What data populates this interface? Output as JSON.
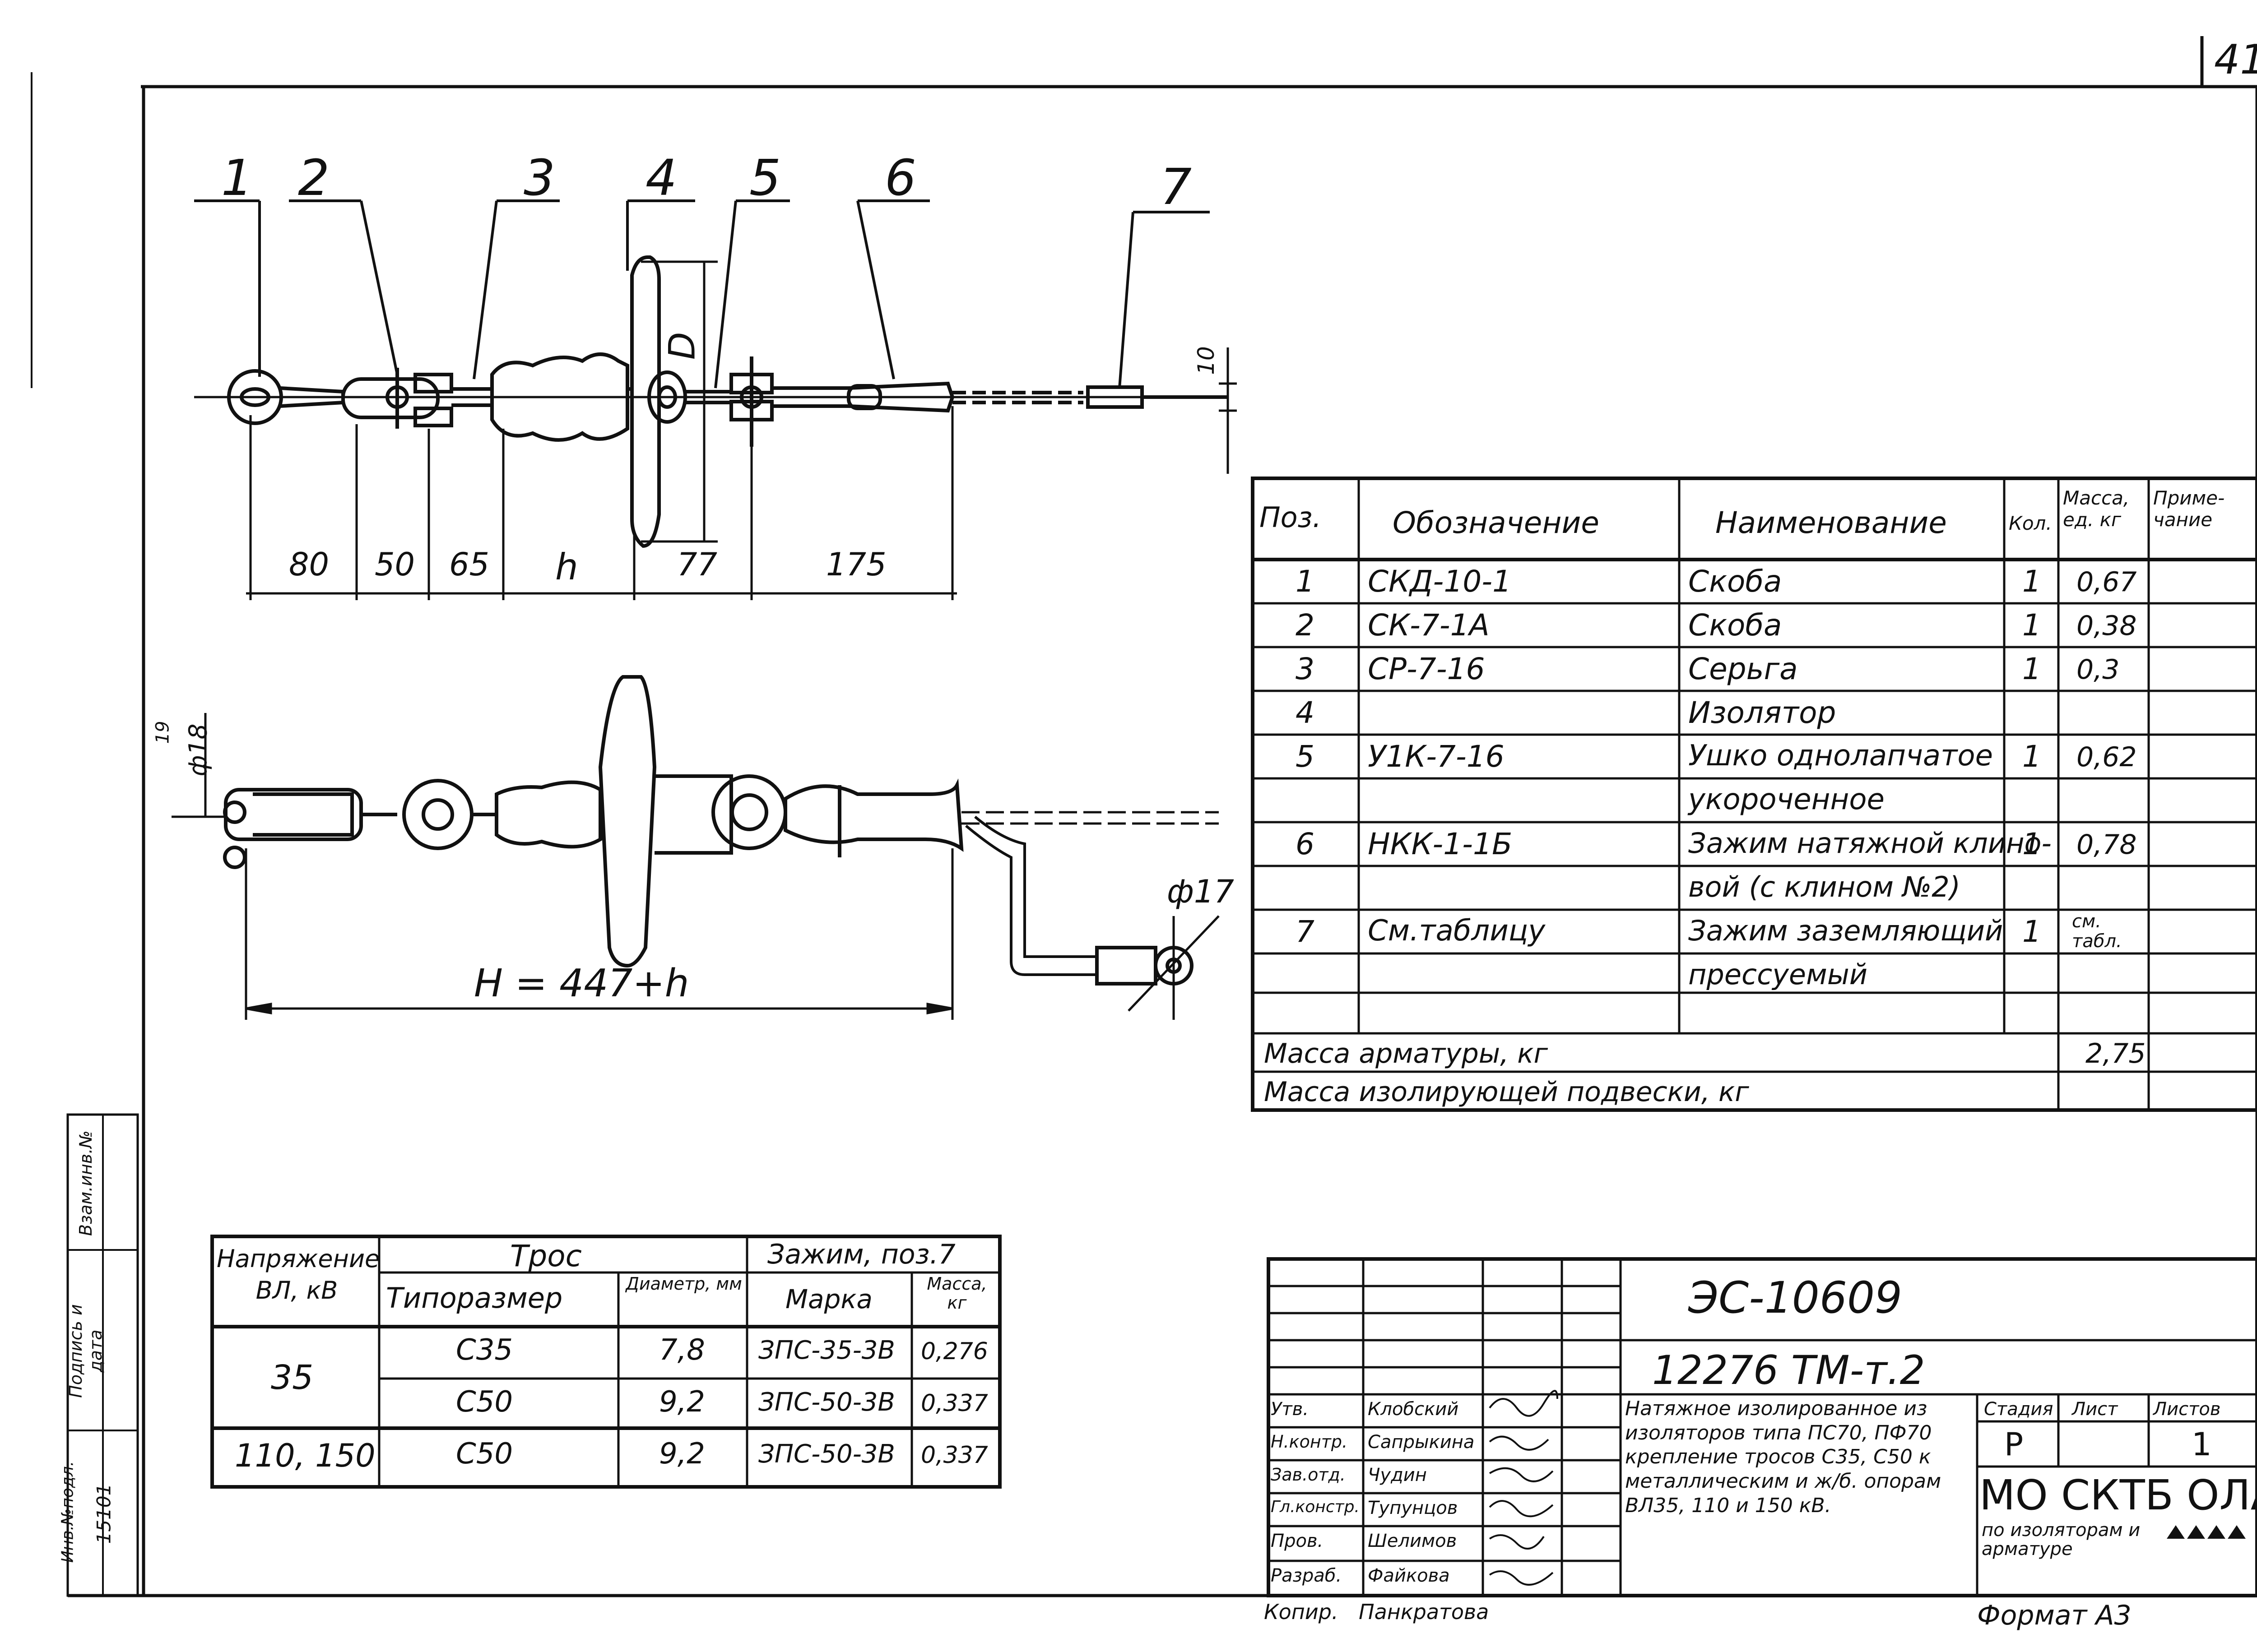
{
  "sheet_number": "41",
  "drawing": {
    "position_callouts": [
      "1",
      "2",
      "3",
      "4",
      "5",
      "6",
      "7"
    ],
    "dimensions_top": [
      "80",
      "50",
      "65",
      "h",
      "77",
      "175"
    ],
    "diameter_label": "D",
    "cable_dim": "10",
    "side_dims": [
      "19",
      "ф18"
    ],
    "hole_dim": "ф17",
    "total_length": "H = 447+h"
  },
  "spec_table": {
    "headers": {
      "pos": "Поз.",
      "designation": "Обозначение",
      "name": "Наименование",
      "qty": "Кол.",
      "mass": "Масса, ед. кг",
      "note": "Приме-чание"
    },
    "rows": [
      {
        "pos": "1",
        "designation": "СКД-10-1",
        "name": "Скоба",
        "qty": "1",
        "mass": "0,67"
      },
      {
        "pos": "2",
        "designation": "СК-7-1А",
        "name": "Скоба",
        "qty": "1",
        "mass": "0,38"
      },
      {
        "pos": "3",
        "designation": "СР-7-16",
        "name": "Серьга",
        "qty": "1",
        "mass": "0,3"
      },
      {
        "pos": "4",
        "designation": "",
        "name": "Изолятор",
        "qty": "",
        "mass": ""
      },
      {
        "pos": "5",
        "designation": "У1К-7-16",
        "name": "Ушко однолапчатое",
        "qty": "1",
        "mass": "0,62"
      },
      {
        "pos": "",
        "designation": "",
        "name": "укороченное",
        "qty": "",
        "mass": ""
      },
      {
        "pos": "6",
        "designation": "НКК-1-1Б",
        "name": "Зажим натяжной клино-",
        "qty": "1",
        "mass": "0,78"
      },
      {
        "pos": "",
        "designation": "",
        "name": "вой (с клином №2)",
        "qty": "",
        "mass": ""
      },
      {
        "pos": "7",
        "designation": "См.таблицу",
        "name": "Зажим заземляющий",
        "qty": "1",
        "mass": "см. табл."
      },
      {
        "pos": "",
        "designation": "",
        "name": "прессуемый",
        "qty": "",
        "mass": ""
      },
      {
        "pos": "",
        "designation": "",
        "name": "",
        "qty": "",
        "mass": ""
      }
    ],
    "total_fittings_label": "Масса арматуры, кг",
    "total_fittings_value": "2,75",
    "total_assembly_label": "Масса изолирующей подвески, кг",
    "total_assembly_value": ""
  },
  "voltage_table": {
    "headers": {
      "voltage": "Напряжение ВЛ, кВ",
      "cable": "Трос",
      "clamp": "Зажим, поз.7",
      "size": "Типоразмер",
      "diam": "Диаметр, мм",
      "brand": "Марка",
      "mass": "Масса, кг"
    },
    "rows": [
      {
        "voltage": "35",
        "size": "С35",
        "diam": "7,8",
        "brand": "ЗПС-35-3В",
        "mass": "0,276"
      },
      {
        "voltage": "",
        "size": "С50",
        "diam": "9,2",
        "brand": "ЗПС-50-3В",
        "mass": "0,337"
      },
      {
        "voltage": "110, 150",
        "size": "С50",
        "diam": "9,2",
        "brand": "ЗПС-50-3В",
        "mass": "0,337"
      }
    ]
  },
  "side_stamp": [
    "Взам.инв.№",
    "Подпись и дата",
    "Инв.№подл.",
    "15101"
  ],
  "title_block": {
    "doc_code": "ЭС-10609",
    "doc_sub": "12276 ТМ-т.2",
    "title": "Натяжное изолированное из изоляторов типа ПС70, ПФ70 крепление тросов С35, С50 к металлическим и ж/б. опорам ВЛ35, 110 и 150 кВ.",
    "signatures": [
      {
        "role": "Утв.",
        "name": "Клобский"
      },
      {
        "role": "Н.контр.",
        "name": "Сапрыкина"
      },
      {
        "role": "Зав.отд.",
        "name": "Чудин"
      },
      {
        "role": "Гл.констр.",
        "name": "Тупунцов"
      },
      {
        "role": "Пров.",
        "name": "Шелимов"
      },
      {
        "role": "Разраб.",
        "name": "Файкова"
      }
    ],
    "stage_label": "Стадия",
    "sheet_label": "Лист",
    "sheets_label": "Листов",
    "stage": "Р",
    "sheets": "1",
    "org": "МО СКТБ ОЛА",
    "org_sub": "по изоляторам и арматуре",
    "copied_label": "Копир.",
    "copied_name": "Панкратова",
    "format": "Формат А3"
  }
}
